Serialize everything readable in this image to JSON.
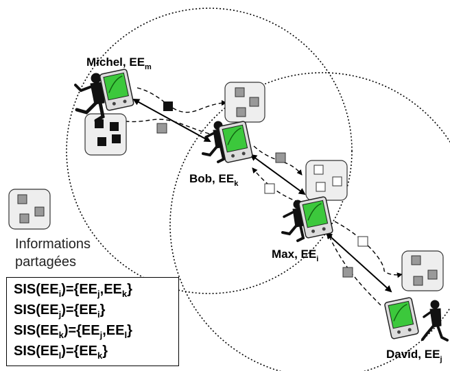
{
  "nodes": {
    "michel": {
      "name": "Michel, ",
      "ee": "EE",
      "sub": "m"
    },
    "bob": {
      "name": "Bob, ",
      "ee": "EE",
      "sub": "k"
    },
    "max": {
      "name": "Max, ",
      "ee": "EE",
      "sub": "i"
    },
    "david": {
      "name": "David, ",
      "ee": "EE",
      "sub": "j"
    }
  },
  "legend": {
    "line1": "Informations",
    "line2": "partagées"
  },
  "sis": [
    {
      "a": "SIS(EE",
      "a_sub": "i",
      "b": ")={EE",
      "b_sub": "j",
      "c": ",EE",
      "c_sub": "k",
      "d": "}"
    },
    {
      "a": "SIS(EE",
      "a_sub": "j",
      "b": ")={EE",
      "b_sub": "i",
      "c": "",
      "c_sub": "",
      "d": "}"
    },
    {
      "a": "SIS(EE",
      "a_sub": "k",
      "b": ")={EE",
      "b_sub": "j",
      "c": ",EE",
      "c_sub": "l",
      "d": "}"
    },
    {
      "a": "SIS(EE",
      "a_sub": "l",
      "b": ")={EE",
      "b_sub": "k",
      "c": "",
      "c_sub": "",
      "d": "}"
    }
  ],
  "colors": {
    "screen_green": "#3cc83c",
    "shared_gray": "#999999",
    "private_black": "#111111",
    "box_fill": "#eeeeee"
  }
}
